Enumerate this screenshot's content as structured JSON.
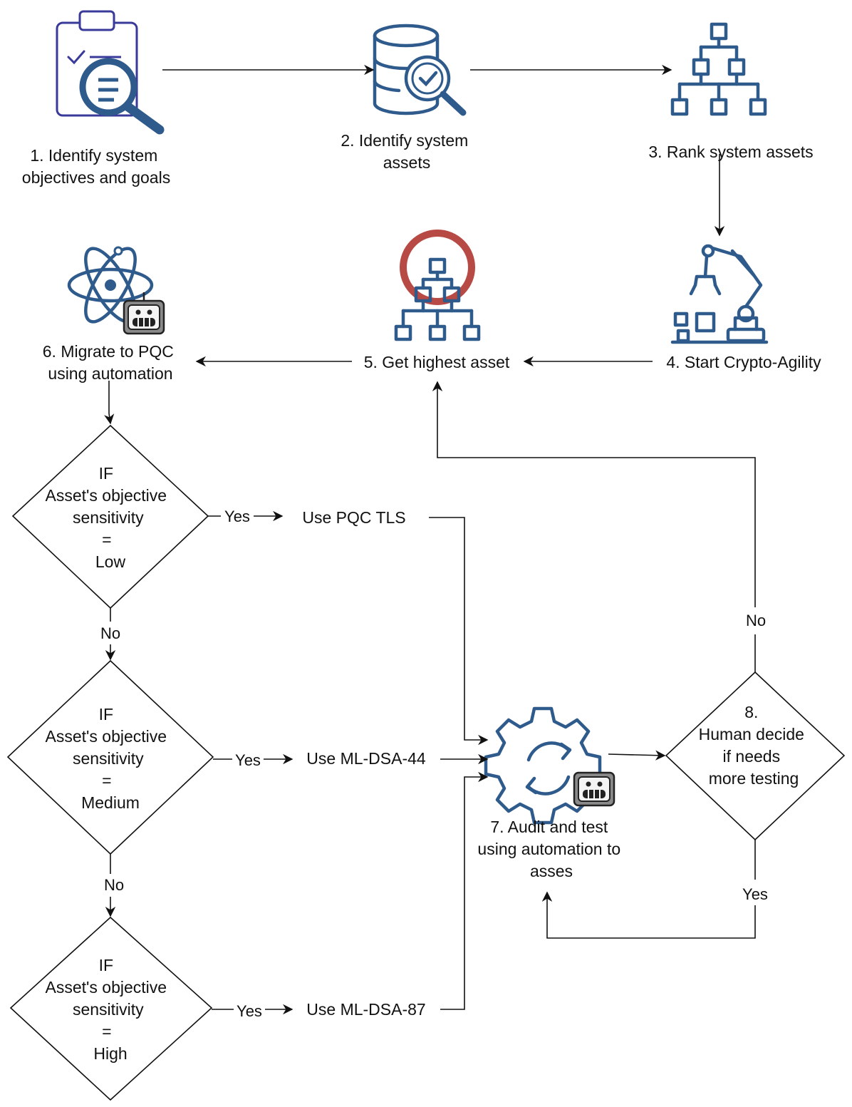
{
  "steps": {
    "s1": [
      "1. Identify system",
      "objectives and goals"
    ],
    "s2": [
      "2. Identify system",
      "assets"
    ],
    "s3": [
      "3. Rank system assets"
    ],
    "s4": [
      "4. Start Crypto-Agility"
    ],
    "s5": [
      "5. Get highest asset"
    ],
    "s6": [
      "6. Migrate to PQC",
      "using automation"
    ],
    "s7": [
      "7. Audit and test",
      "using automation to",
      "asses"
    ],
    "s8": [
      "8.",
      "Human decide",
      "if needs",
      "more testing"
    ]
  },
  "decisions": {
    "low": [
      "IF",
      "Asset's objective",
      "sensitivity",
      "=",
      "Low"
    ],
    "medium": [
      "IF",
      "Asset's objective",
      "sensitivity",
      "=",
      "Medium"
    ],
    "high": [
      "IF",
      "Asset's objective",
      "sensitivity",
      "=",
      "High"
    ]
  },
  "actions": {
    "low": "Use PQC TLS",
    "medium": "Use ML-DSA-44",
    "high": "Use ML-DSA-87"
  },
  "edge_labels": {
    "yes": "Yes",
    "no": "No"
  },
  "colors": {
    "icon_blue": "#2e5a8c",
    "clipboard_purple": "#3a3a9a",
    "highlight_red": "#b84a45",
    "robot_gray": "#8a8a8a"
  }
}
